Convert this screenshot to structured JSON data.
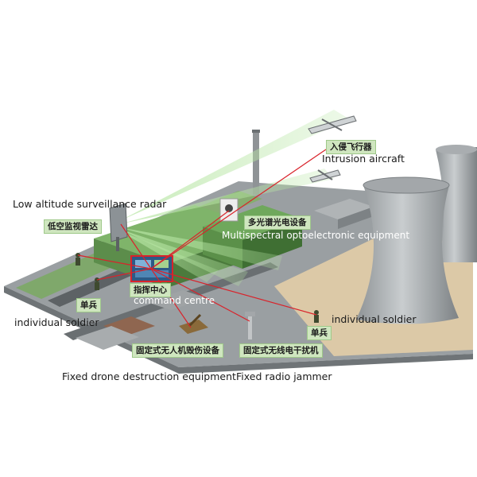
{
  "labels": {
    "radar_cn": "低空监视雷达",
    "radar_en": "Low altitude surveillance radar",
    "intrusion_cn": "入侵飞行器",
    "intrusion_en": "Intrusion aircraft",
    "optical_cn": "多光谱光电设备",
    "optical_en": "Multispectral optoelectronic equipment",
    "command_cn": "指挥中心",
    "command_en": "command centre",
    "soldier_left_cn": "单兵",
    "soldier_left_en": "individual soldier",
    "soldier_right_cn": "单兵",
    "soldier_right_en": "individual soldier",
    "drone_destruct_cn": "固定式无人机毁伤设备",
    "drone_destruct_en": "Fixed drone destruction equipment",
    "jammer_cn": "固定式无线电干扰机",
    "jammer_en": "Fixed radio jammer"
  },
  "colors": {
    "label_bg": "#cfe6bf",
    "beam": "#9fd38a",
    "link_line": "#d9232b",
    "ground": "#8a8f93",
    "sand": "#d9c7a6",
    "tower": "#b9bdc0"
  }
}
